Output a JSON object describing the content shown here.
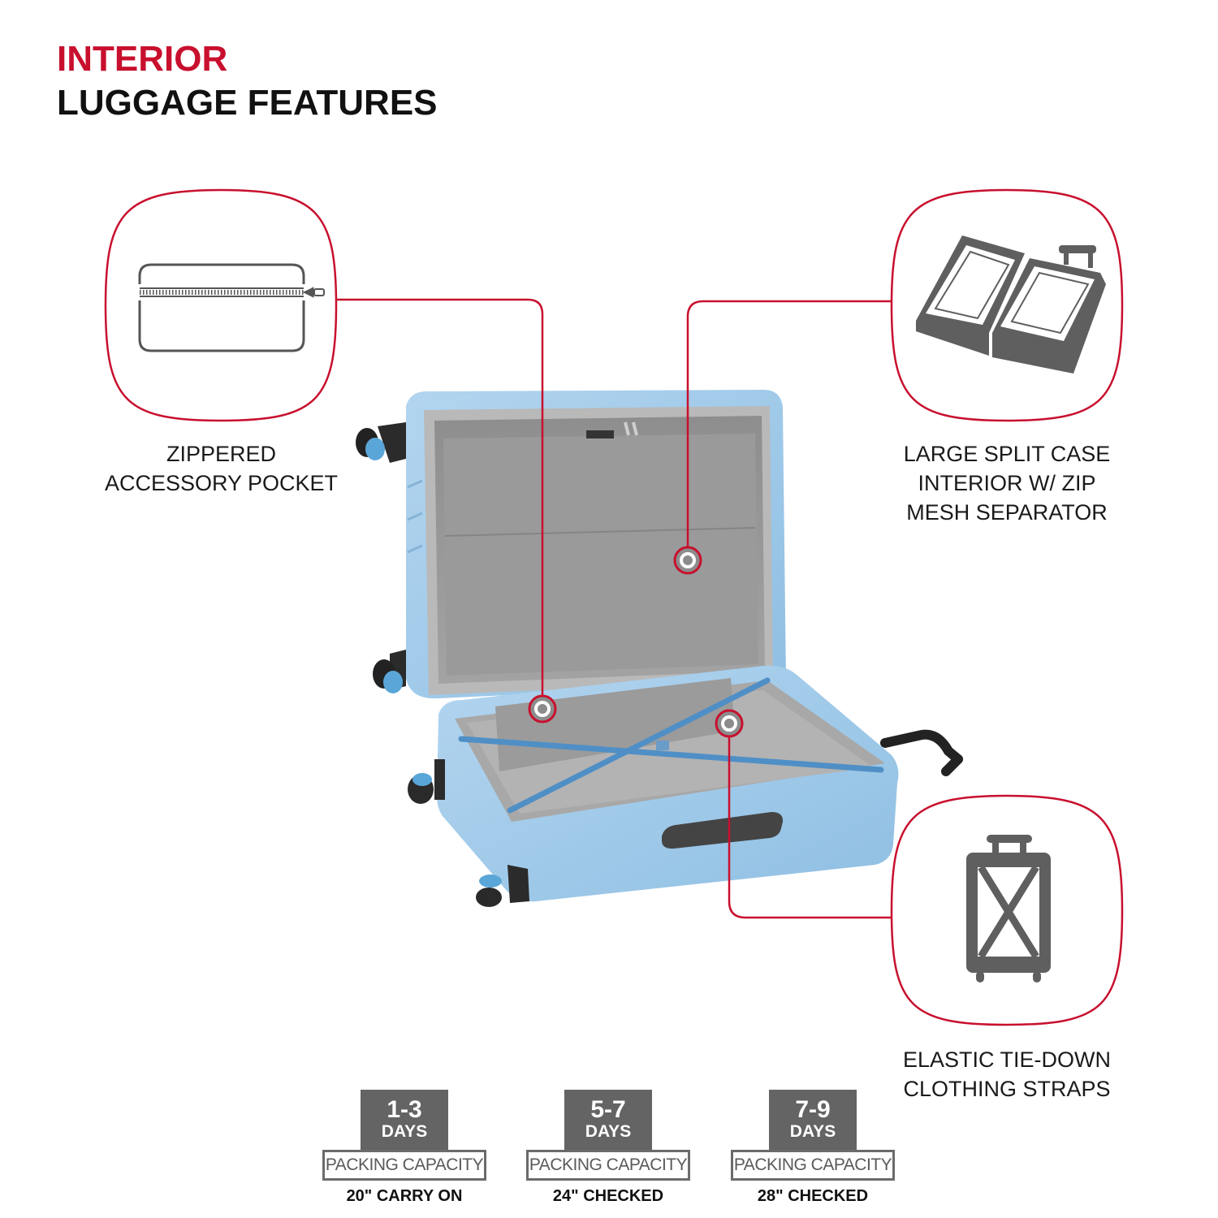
{
  "header": {
    "title_line1": "INTERIOR",
    "title_line2": "LUGGAGE FEATURES"
  },
  "colors": {
    "accent_red": "#c8102e",
    "luggage_blue": "#9ec8e8",
    "lining_gray": "#9a9a9a",
    "icon_gray": "#5f5f5f",
    "badge_gray": "#646464"
  },
  "features": [
    {
      "id": "zippered-pocket",
      "icon": "zippered-pouch-icon",
      "lines": [
        "ZIPPERED",
        "ACCESSORY POCKET"
      ]
    },
    {
      "id": "split-case",
      "icon": "split-case-icon",
      "lines": [
        "LARGE SPLIT CASE",
        "INTERIOR W/ ZIP",
        "MESH SEPARATOR"
      ]
    },
    {
      "id": "tie-down-straps",
      "icon": "luggage-straps-icon",
      "lines": [
        "ELASTIC TIE-DOWN",
        "CLOTHING STRAPS"
      ]
    }
  ],
  "capacity": [
    {
      "days": "1-3",
      "days_label": "DAYS",
      "packing_label": "PACKING CAPACITY",
      "size": "20\" CARRY ON"
    },
    {
      "days": "5-7",
      "days_label": "DAYS",
      "packing_label": "PACKING CAPACITY",
      "size": "24\" CHECKED"
    },
    {
      "days": "7-9",
      "days_label": "DAYS",
      "packing_label": "PACKING CAPACITY",
      "size": "28\" CHECKED"
    }
  ]
}
